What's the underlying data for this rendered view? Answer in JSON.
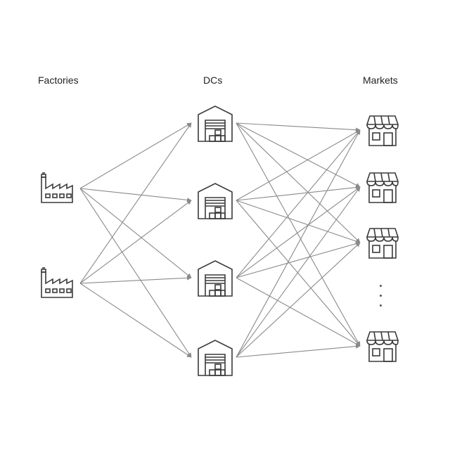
{
  "labels": {
    "factories": "Factories",
    "dcs": "DCs",
    "markets": "Markets"
  },
  "nodes": {
    "factories": [
      {
        "id": "factory-1",
        "icon": "factory-icon"
      },
      {
        "id": "factory-2",
        "icon": "factory-icon"
      }
    ],
    "dcs": [
      {
        "id": "dc-1",
        "icon": "warehouse-icon"
      },
      {
        "id": "dc-2",
        "icon": "warehouse-icon"
      },
      {
        "id": "dc-3",
        "icon": "warehouse-icon"
      },
      {
        "id": "dc-4",
        "icon": "warehouse-icon"
      }
    ],
    "markets": [
      {
        "id": "market-1",
        "icon": "store-icon"
      },
      {
        "id": "market-2",
        "icon": "store-icon"
      },
      {
        "id": "market-3",
        "icon": "store-icon"
      },
      {
        "id": "market-4",
        "icon": "store-icon"
      }
    ],
    "ellipsis_icon": "vertical-ellipsis-icon"
  },
  "connections": {
    "factory_to_dc": "all-to-all",
    "dc_to_market": "all-to-all",
    "arrow_style": "directed"
  },
  "colors": {
    "line": "#8a8a8a",
    "icon_stroke": "#3a3a3a",
    "text": "#222222"
  }
}
